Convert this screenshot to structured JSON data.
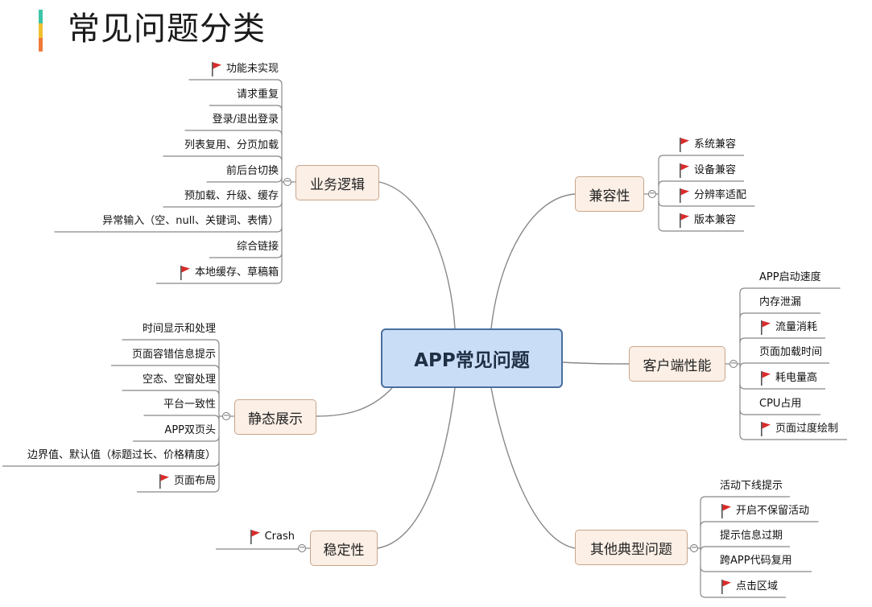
{
  "header": {
    "title": "常见问题分类",
    "bar_colors": [
      "#3ec4a8",
      "#f0c030",
      "#f07a3a"
    ]
  },
  "colors": {
    "center_fill": "#c9ddf7",
    "center_border": "#4a6f9e",
    "branch_fill": "#fbefe6",
    "branch_border": "#c7a68c",
    "line": "#888888",
    "flag": "#d92b2b"
  },
  "mindmap": {
    "center": "APP常见问题",
    "branches": {
      "business_logic": {
        "label": "业务逻辑",
        "items": [
          {
            "label": "功能未实现",
            "flag": true
          },
          {
            "label": "请求重复",
            "flag": false
          },
          {
            "label": "登录/退出登录",
            "flag": false
          },
          {
            "label": "列表复用、分页加载",
            "flag": false
          },
          {
            "label": "前后台切换",
            "flag": false
          },
          {
            "label": "预加载、升级、缓存",
            "flag": false
          },
          {
            "label": "异常输入（空、null、关键词、表情）",
            "flag": false
          },
          {
            "label": "综合链接",
            "flag": false
          },
          {
            "label": "本地缓存、草稿箱",
            "flag": true
          }
        ]
      },
      "static_display": {
        "label": "静态展示",
        "items": [
          {
            "label": "时间显示和处理",
            "flag": false
          },
          {
            "label": "页面容错信息提示",
            "flag": false
          },
          {
            "label": "空态、空窗处理",
            "flag": false
          },
          {
            "label": "平台一致性",
            "flag": false
          },
          {
            "label": "APP双页头",
            "flag": false
          },
          {
            "label": "边界值、默认值（标题过长、价格精度）",
            "flag": false
          },
          {
            "label": "页面布局",
            "flag": true
          }
        ]
      },
      "stability": {
        "label": "稳定性",
        "items": [
          {
            "label": "Crash",
            "flag": true
          }
        ]
      },
      "compatibility": {
        "label": "兼容性",
        "items": [
          {
            "label": "系统兼容",
            "flag": true
          },
          {
            "label": "设备兼容",
            "flag": true
          },
          {
            "label": "分辨率适配",
            "flag": true
          },
          {
            "label": "版本兼容",
            "flag": true
          }
        ]
      },
      "client_performance": {
        "label": "客户端性能",
        "items": [
          {
            "label": "APP启动速度",
            "flag": false
          },
          {
            "label": "内存泄漏",
            "flag": false
          },
          {
            "label": "流量消耗",
            "flag": true
          },
          {
            "label": "页面加载时间",
            "flag": false
          },
          {
            "label": "耗电量高",
            "flag": true
          },
          {
            "label": "CPU占用",
            "flag": false
          },
          {
            "label": "页面过度绘制",
            "flag": true
          }
        ]
      },
      "typical_issues": {
        "label": "其他典型问题",
        "items": [
          {
            "label": "活动下线提示",
            "flag": false
          },
          {
            "label": "开启不保留活动",
            "flag": true
          },
          {
            "label": "提示信息过期",
            "flag": false
          },
          {
            "label": "跨APP代码复用",
            "flag": false
          },
          {
            "label": "点击区域",
            "flag": true
          }
        ]
      }
    }
  }
}
